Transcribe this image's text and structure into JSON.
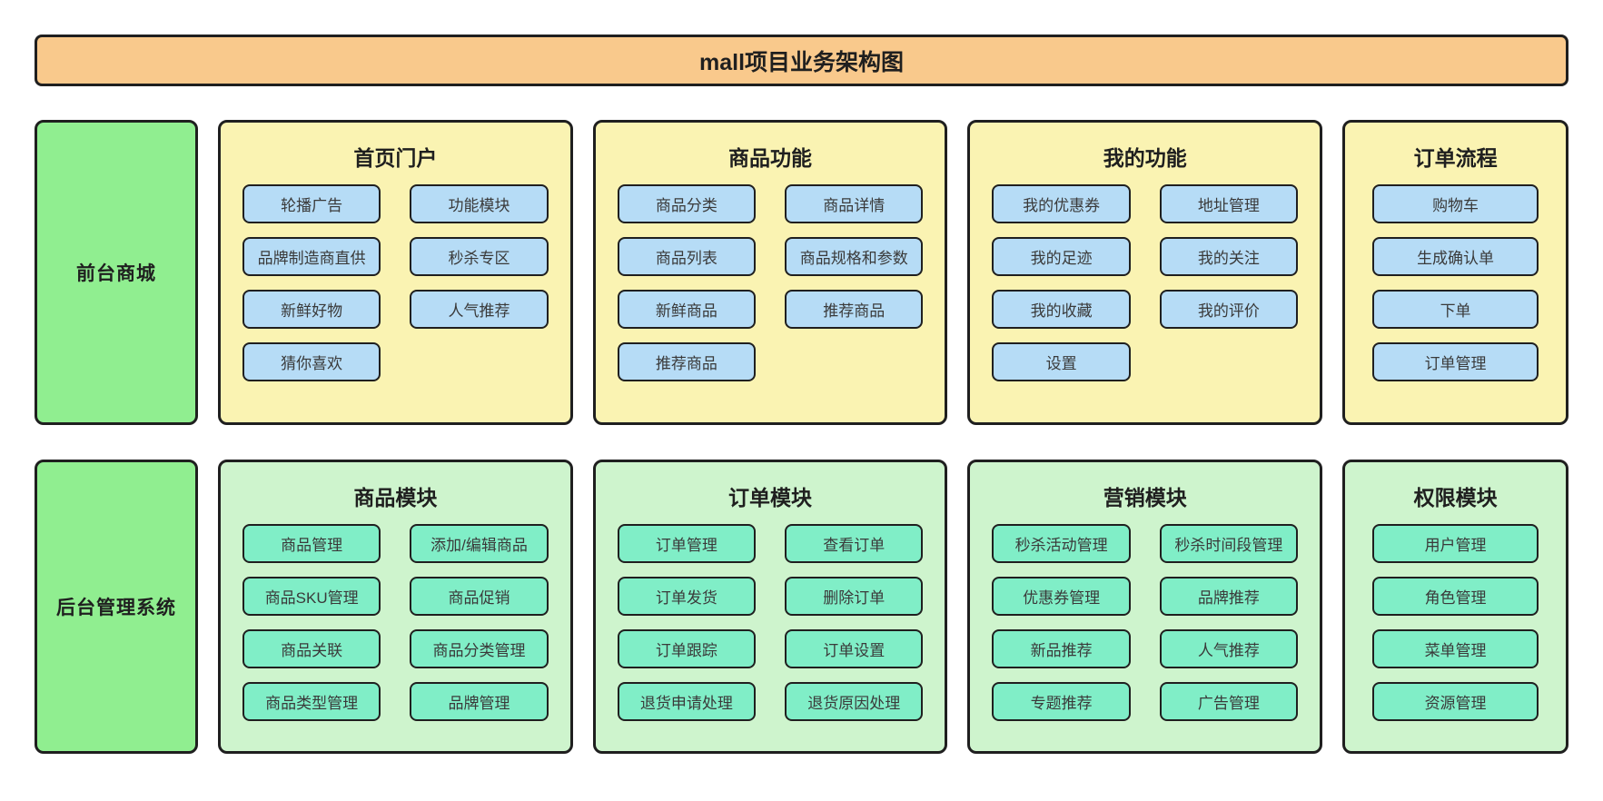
{
  "title": "mall项目业务架构图",
  "colors": {
    "banner_bg": "#f9c98c",
    "sidebar_bg": "#90ee90",
    "front_panel_bg": "#faf3b2",
    "front_node_bg": "#b6dcf6",
    "admin_panel_bg": "#cef4cd",
    "admin_node_bg": "#80eec7",
    "border": "#1f1f1f"
  },
  "rows": [
    {
      "slug": "front-mall",
      "sidebar": {
        "label": "前台商城"
      },
      "panels": [
        {
          "slug": "home-portal",
          "title": "首页门户",
          "cols": 2,
          "items": [
            "轮播广告",
            "功能模块",
            "品牌制造商直供",
            "秒杀专区",
            "新鲜好物",
            "人气推荐",
            "猜你喜欢"
          ]
        },
        {
          "slug": "product-features",
          "title": "商品功能",
          "cols": 2,
          "items": [
            "商品分类",
            "商品详情",
            "商品列表",
            "商品规格和参数",
            "新鲜商品",
            "推荐商品",
            "推荐商品"
          ]
        },
        {
          "slug": "my-features",
          "title": "我的功能",
          "cols": 2,
          "items": [
            "我的优惠券",
            "地址管理",
            "我的足迹",
            "我的关注",
            "我的收藏",
            "我的评价",
            "设置"
          ]
        },
        {
          "slug": "order-flow",
          "title": "订单流程",
          "cols": 1,
          "items": [
            "购物车",
            "生成确认单",
            "下单",
            "订单管理"
          ]
        }
      ]
    },
    {
      "slug": "admin-system",
      "sidebar": {
        "label": "后台管理系统"
      },
      "panels": [
        {
          "slug": "product-module",
          "title": "商品模块",
          "cols": 2,
          "items": [
            "商品管理",
            "添加/编辑商品",
            "商品SKU管理",
            "商品促销",
            "商品关联",
            "商品分类管理",
            "商品类型管理",
            "品牌管理"
          ]
        },
        {
          "slug": "order-module",
          "title": "订单模块",
          "cols": 2,
          "items": [
            "订单管理",
            "查看订单",
            "订单发货",
            "删除订单",
            "订单跟踪",
            "订单设置",
            "退货申请处理",
            "退货原因处理"
          ]
        },
        {
          "slug": "marketing-module",
          "title": "营销模块",
          "cols": 2,
          "items": [
            "秒杀活动管理",
            "秒杀时间段管理",
            "优惠券管理",
            "品牌推荐",
            "新品推荐",
            "人气推荐",
            "专题推荐",
            "广告管理"
          ]
        },
        {
          "slug": "permission-module",
          "title": "权限模块",
          "cols": 1,
          "items": [
            "用户管理",
            "角色管理",
            "菜单管理",
            "资源管理"
          ]
        }
      ]
    }
  ]
}
